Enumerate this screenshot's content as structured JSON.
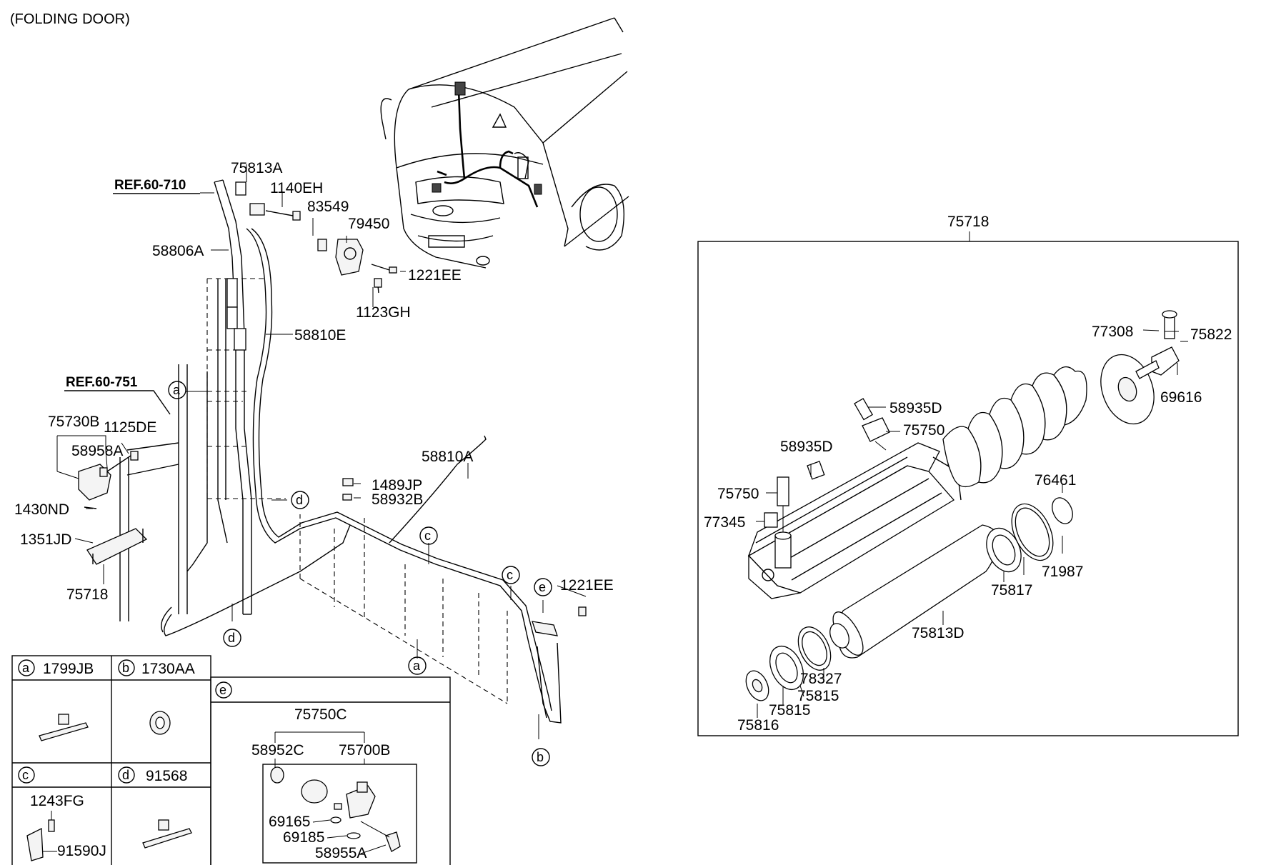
{
  "title": "(FOLDING DOOR)",
  "refs": [
    "REF.60-710",
    "REF.60-751"
  ],
  "callouts": {
    "p75813A": "75813A",
    "p1140EH": "1140EH",
    "p83549": "83549",
    "p79450": "79450",
    "p1221EE_top": "1221EE",
    "p1123GH": "1123GH",
    "p58806A": "58806A",
    "p58810E": "58810E",
    "p75730B": "75730B",
    "p1125DE": "1125DE",
    "p58958A": "58958A",
    "p1430ND": "1430ND",
    "p1351JD": "1351JD",
    "p75718_left": "75718",
    "p58810A": "58810A",
    "p1489JP": "1489JP",
    "p58932B": "58932B",
    "p1221EE_right": "1221EE"
  },
  "circle_letters": {
    "a1": "a",
    "a2": "a",
    "b1": "b",
    "c1": "c",
    "c2": "c",
    "d1": "d",
    "d2": "d",
    "e1": "e"
  },
  "legend": {
    "a": {
      "letter": "a",
      "part": "1799JB"
    },
    "b": {
      "letter": "b",
      "part": "1730AA"
    },
    "c": {
      "letter": "c",
      "part_top": "1243FG",
      "part_bottom": "91590J"
    },
    "d": {
      "letter": "d",
      "part": "91568"
    },
    "e": {
      "letter": "e",
      "assembly": "75750C",
      "left": "58952C",
      "right": "75700B",
      "sub1": "69165",
      "sub2": "69185",
      "sub3": "58955A"
    }
  },
  "exploded": {
    "assembly": "75718",
    "parts": {
      "p77308": "77308",
      "p75822": "75822",
      "p69616": "69616",
      "p58935D_top": "58935D",
      "p75750_top": "75750",
      "p58935D_mid": "58935D",
      "p75750_mid": "75750",
      "p77345": "77345",
      "p76461": "76461",
      "p71987": "71987",
      "p75817": "75817",
      "p75813D": "75813D",
      "p78327": "78327",
      "p75815_a": "75815",
      "p75815_b": "75815",
      "p75816": "75816"
    }
  }
}
